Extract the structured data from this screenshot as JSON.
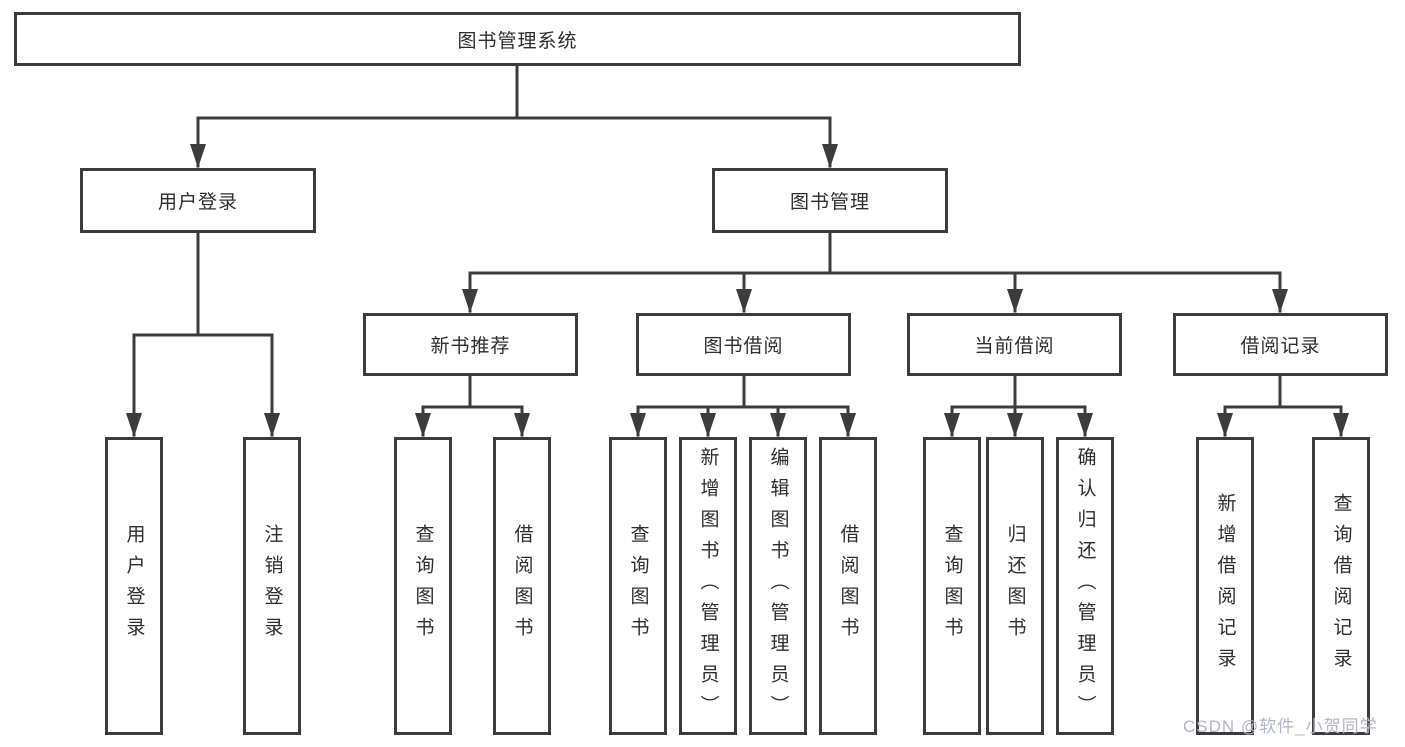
{
  "diagram_type": "hierarchy-tree",
  "colors": {
    "line": "#3c3c3e",
    "box_border": "#3c3c3e",
    "text": "#2e2e30",
    "background": "#ffffff",
    "watermark": "#b2b6c2"
  },
  "tree": {
    "label": "图书管理系统",
    "children": [
      {
        "label": "用户登录",
        "children": [
          {
            "label": "用户登录"
          },
          {
            "label": "注销登录"
          }
        ]
      },
      {
        "label": "图书管理",
        "children": [
          {
            "label": "新书推荐",
            "children": [
              {
                "label": "查询图书"
              },
              {
                "label": "借阅图书"
              }
            ]
          },
          {
            "label": "图书借阅",
            "children": [
              {
                "label": "查询图书"
              },
              {
                "label": "新增图书（管理员）"
              },
              {
                "label": "编辑图书（管理员）"
              },
              {
                "label": "借阅图书"
              }
            ]
          },
          {
            "label": "当前借阅",
            "children": [
              {
                "label": "查询图书"
              },
              {
                "label": "归还图书"
              },
              {
                "label": "确认归还（管理员）"
              }
            ]
          },
          {
            "label": "借阅记录",
            "children": [
              {
                "label": "新增借阅记录"
              },
              {
                "label": "查询借阅记录"
              }
            ]
          }
        ]
      }
    ]
  },
  "watermark": {
    "text": "CSDN @软件_小贺同学"
  }
}
